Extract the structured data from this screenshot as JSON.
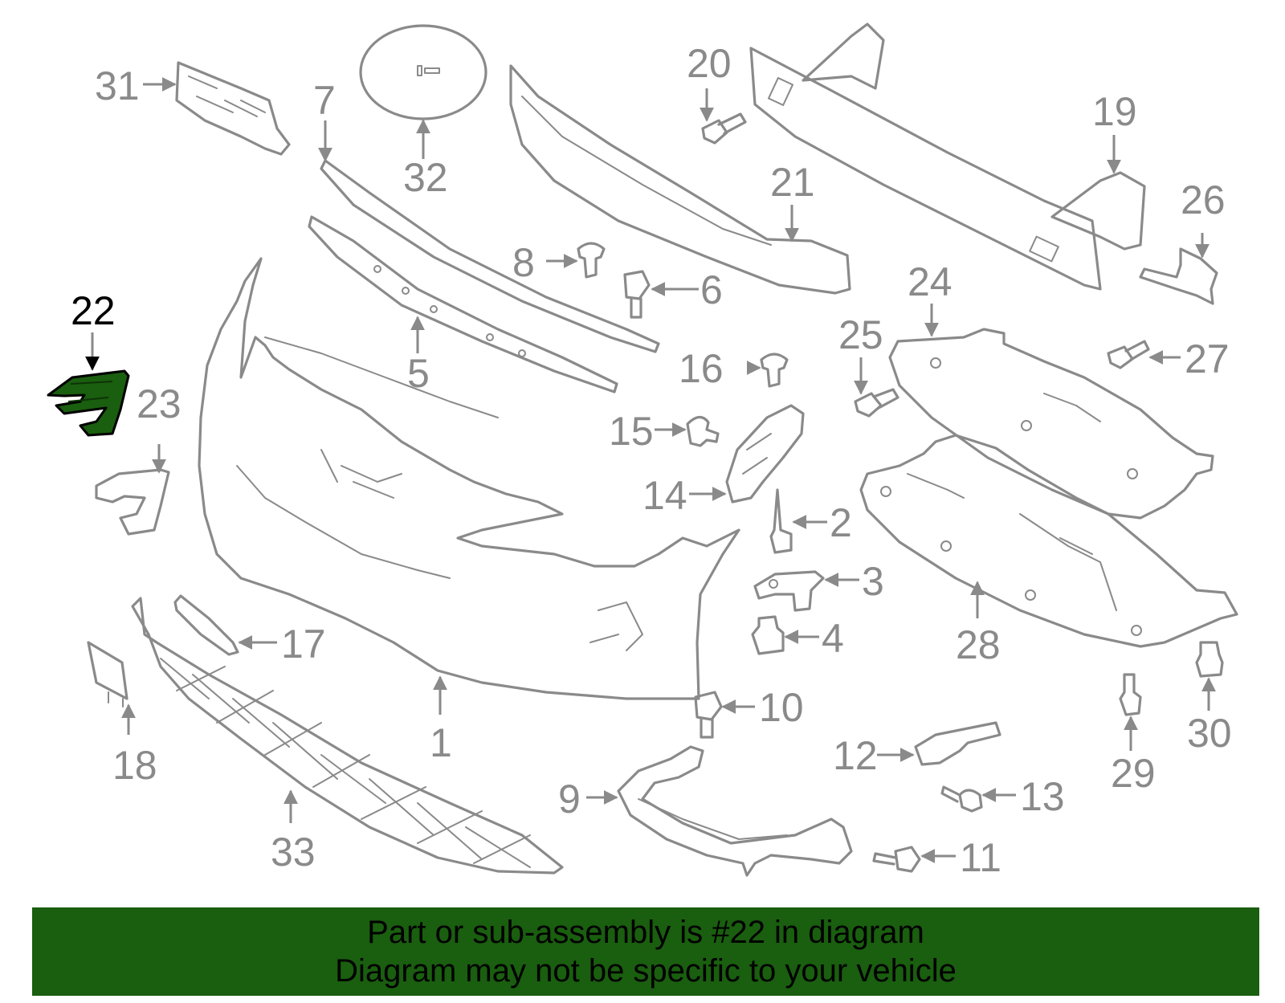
{
  "colors": {
    "part_stroke": "#8a8a8a",
    "highlight_fill": "#1a5e0f",
    "highlight_label": "#000000",
    "banner_bg": "#1a5e0f",
    "banner_text": "#000000"
  },
  "highlighted_part": "22",
  "callouts": [
    {
      "id": "1",
      "label": "1"
    },
    {
      "id": "2",
      "label": "2"
    },
    {
      "id": "3",
      "label": "3"
    },
    {
      "id": "4",
      "label": "4"
    },
    {
      "id": "5",
      "label": "5"
    },
    {
      "id": "6",
      "label": "6"
    },
    {
      "id": "7",
      "label": "7"
    },
    {
      "id": "8",
      "label": "8"
    },
    {
      "id": "9",
      "label": "9"
    },
    {
      "id": "10",
      "label": "10"
    },
    {
      "id": "11",
      "label": "11"
    },
    {
      "id": "12",
      "label": "12"
    },
    {
      "id": "13",
      "label": "13"
    },
    {
      "id": "14",
      "label": "14"
    },
    {
      "id": "15",
      "label": "15"
    },
    {
      "id": "16",
      "label": "16"
    },
    {
      "id": "17",
      "label": "17"
    },
    {
      "id": "18",
      "label": "18"
    },
    {
      "id": "19",
      "label": "19"
    },
    {
      "id": "20",
      "label": "20"
    },
    {
      "id": "21",
      "label": "21"
    },
    {
      "id": "22",
      "label": "22"
    },
    {
      "id": "23",
      "label": "23"
    },
    {
      "id": "24",
      "label": "24"
    },
    {
      "id": "25",
      "label": "25"
    },
    {
      "id": "26",
      "label": "26"
    },
    {
      "id": "27",
      "label": "27"
    },
    {
      "id": "28",
      "label": "28"
    },
    {
      "id": "29",
      "label": "29"
    },
    {
      "id": "30",
      "label": "30"
    },
    {
      "id": "31",
      "label": "31"
    },
    {
      "id": "32",
      "label": "32"
    },
    {
      "id": "33",
      "label": "33"
    }
  ],
  "banner": {
    "line1": "Part or sub-assembly is #22 in diagram",
    "line2": "Diagram may not be specific to your vehicle"
  }
}
